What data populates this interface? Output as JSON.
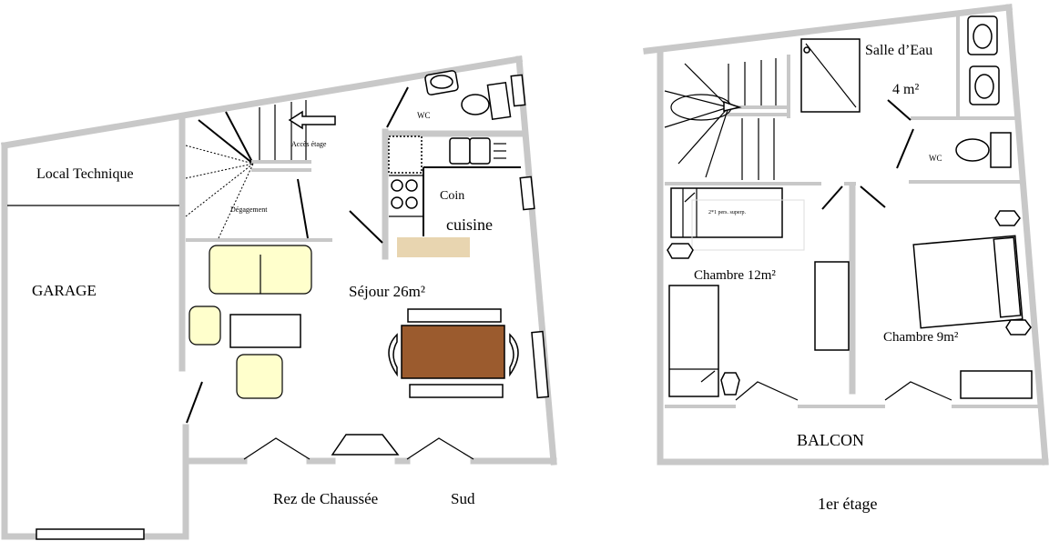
{
  "ground_floor": {
    "title": "Rez de Chaussée",
    "orientation": "Sud",
    "rooms": {
      "local_technique": "Local Technique",
      "garage": "GARAGE",
      "degagement": "Dégagement",
      "acces_etage": "Accès étage",
      "wc": "WC",
      "coin": "Coin",
      "cuisine": "cuisine",
      "sejour": "Séjour 26m²"
    }
  },
  "first_floor": {
    "title": "1er étage",
    "rooms": {
      "salle_eau": "Salle d’Eau",
      "salle_eau_area": "4 m²",
      "wc": "WC",
      "bunk_bed": "2*1 pers. superp.",
      "chambre_12": "Chambre 12m²",
      "chambre_9": "Chambre 9m²",
      "balcon": "BALCON"
    }
  },
  "colors": {
    "wall": "#c8c8c8",
    "table": "#9b5b2e",
    "sofa": "#ffffcc",
    "hearth": "#e8d5b0"
  }
}
